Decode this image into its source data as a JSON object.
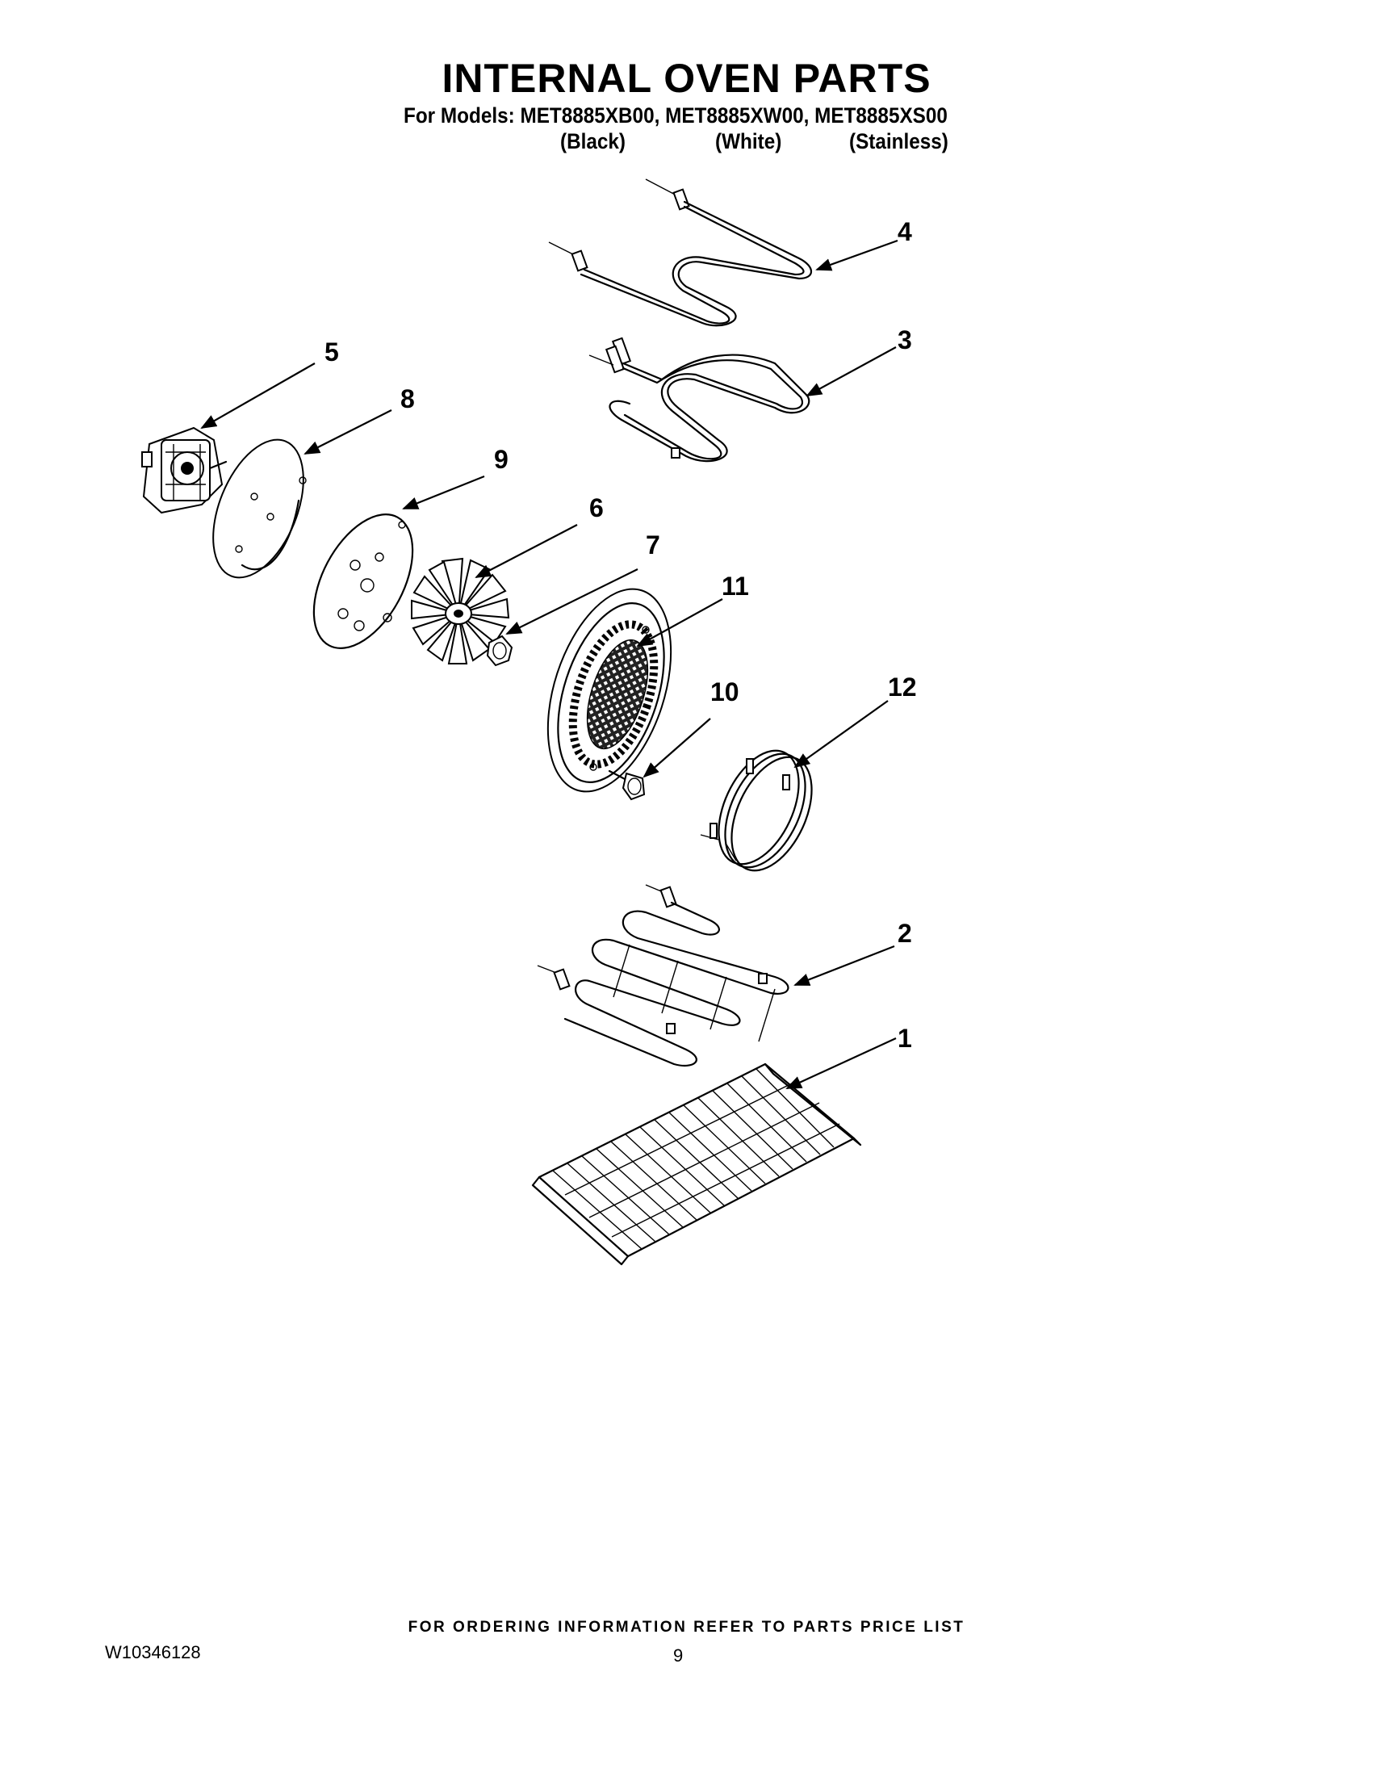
{
  "title": "INTERNAL OVEN PARTS",
  "models_line": "For Models: MET8885XB00, MET8885XW00, MET8885XS00",
  "colors": [
    "(Black)",
    "(White)",
    "(Stainless)"
  ],
  "callouts": [
    "1",
    "2",
    "3",
    "4",
    "5",
    "6",
    "7",
    "8",
    "9",
    "10",
    "11",
    "12"
  ],
  "footer": "FOR ORDERING INFORMATION REFER TO PARTS PRICE LIST",
  "doc_number": "W10346128",
  "page_number": "9"
}
